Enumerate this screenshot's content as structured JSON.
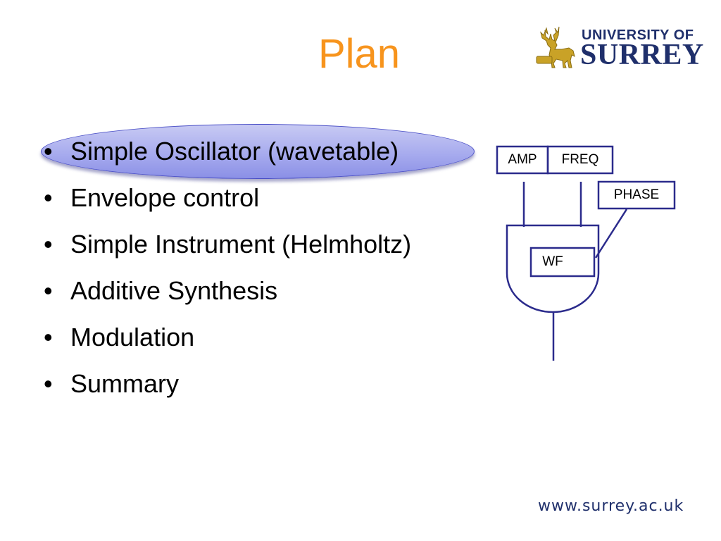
{
  "slide": {
    "title": "Plan"
  },
  "logo": {
    "line1": "UNIVERSITY OF",
    "line2": "SURREY",
    "crest_icon": "stag-icon"
  },
  "bullets": [
    {
      "marker": "•",
      "text": "Simple Oscillator (wavetable)",
      "highlighted": true
    },
    {
      "marker": "•",
      "text": "Envelope control",
      "highlighted": false
    },
    {
      "marker": "•",
      "text": "Simple Instrument (Helmholtz)",
      "highlighted": false
    },
    {
      "marker": "•",
      "text": "Additive Synthesis",
      "highlighted": false
    },
    {
      "marker": "•",
      "text": "Modulation",
      "highlighted": false
    },
    {
      "marker": "•",
      "text": "Summary",
      "highlighted": false
    }
  ],
  "diagram": {
    "amp_label": "AMP",
    "freq_label": "FREQ",
    "phase_label": "PHASE",
    "wf_label": "WF"
  },
  "footer": {
    "url": "www.surrey.ac.uk"
  },
  "colors": {
    "title": "#f7941d",
    "brand_navy": "#1f2f6b",
    "diagram_stroke": "#2b2b8c",
    "highlight_fill": "#a7abee"
  }
}
